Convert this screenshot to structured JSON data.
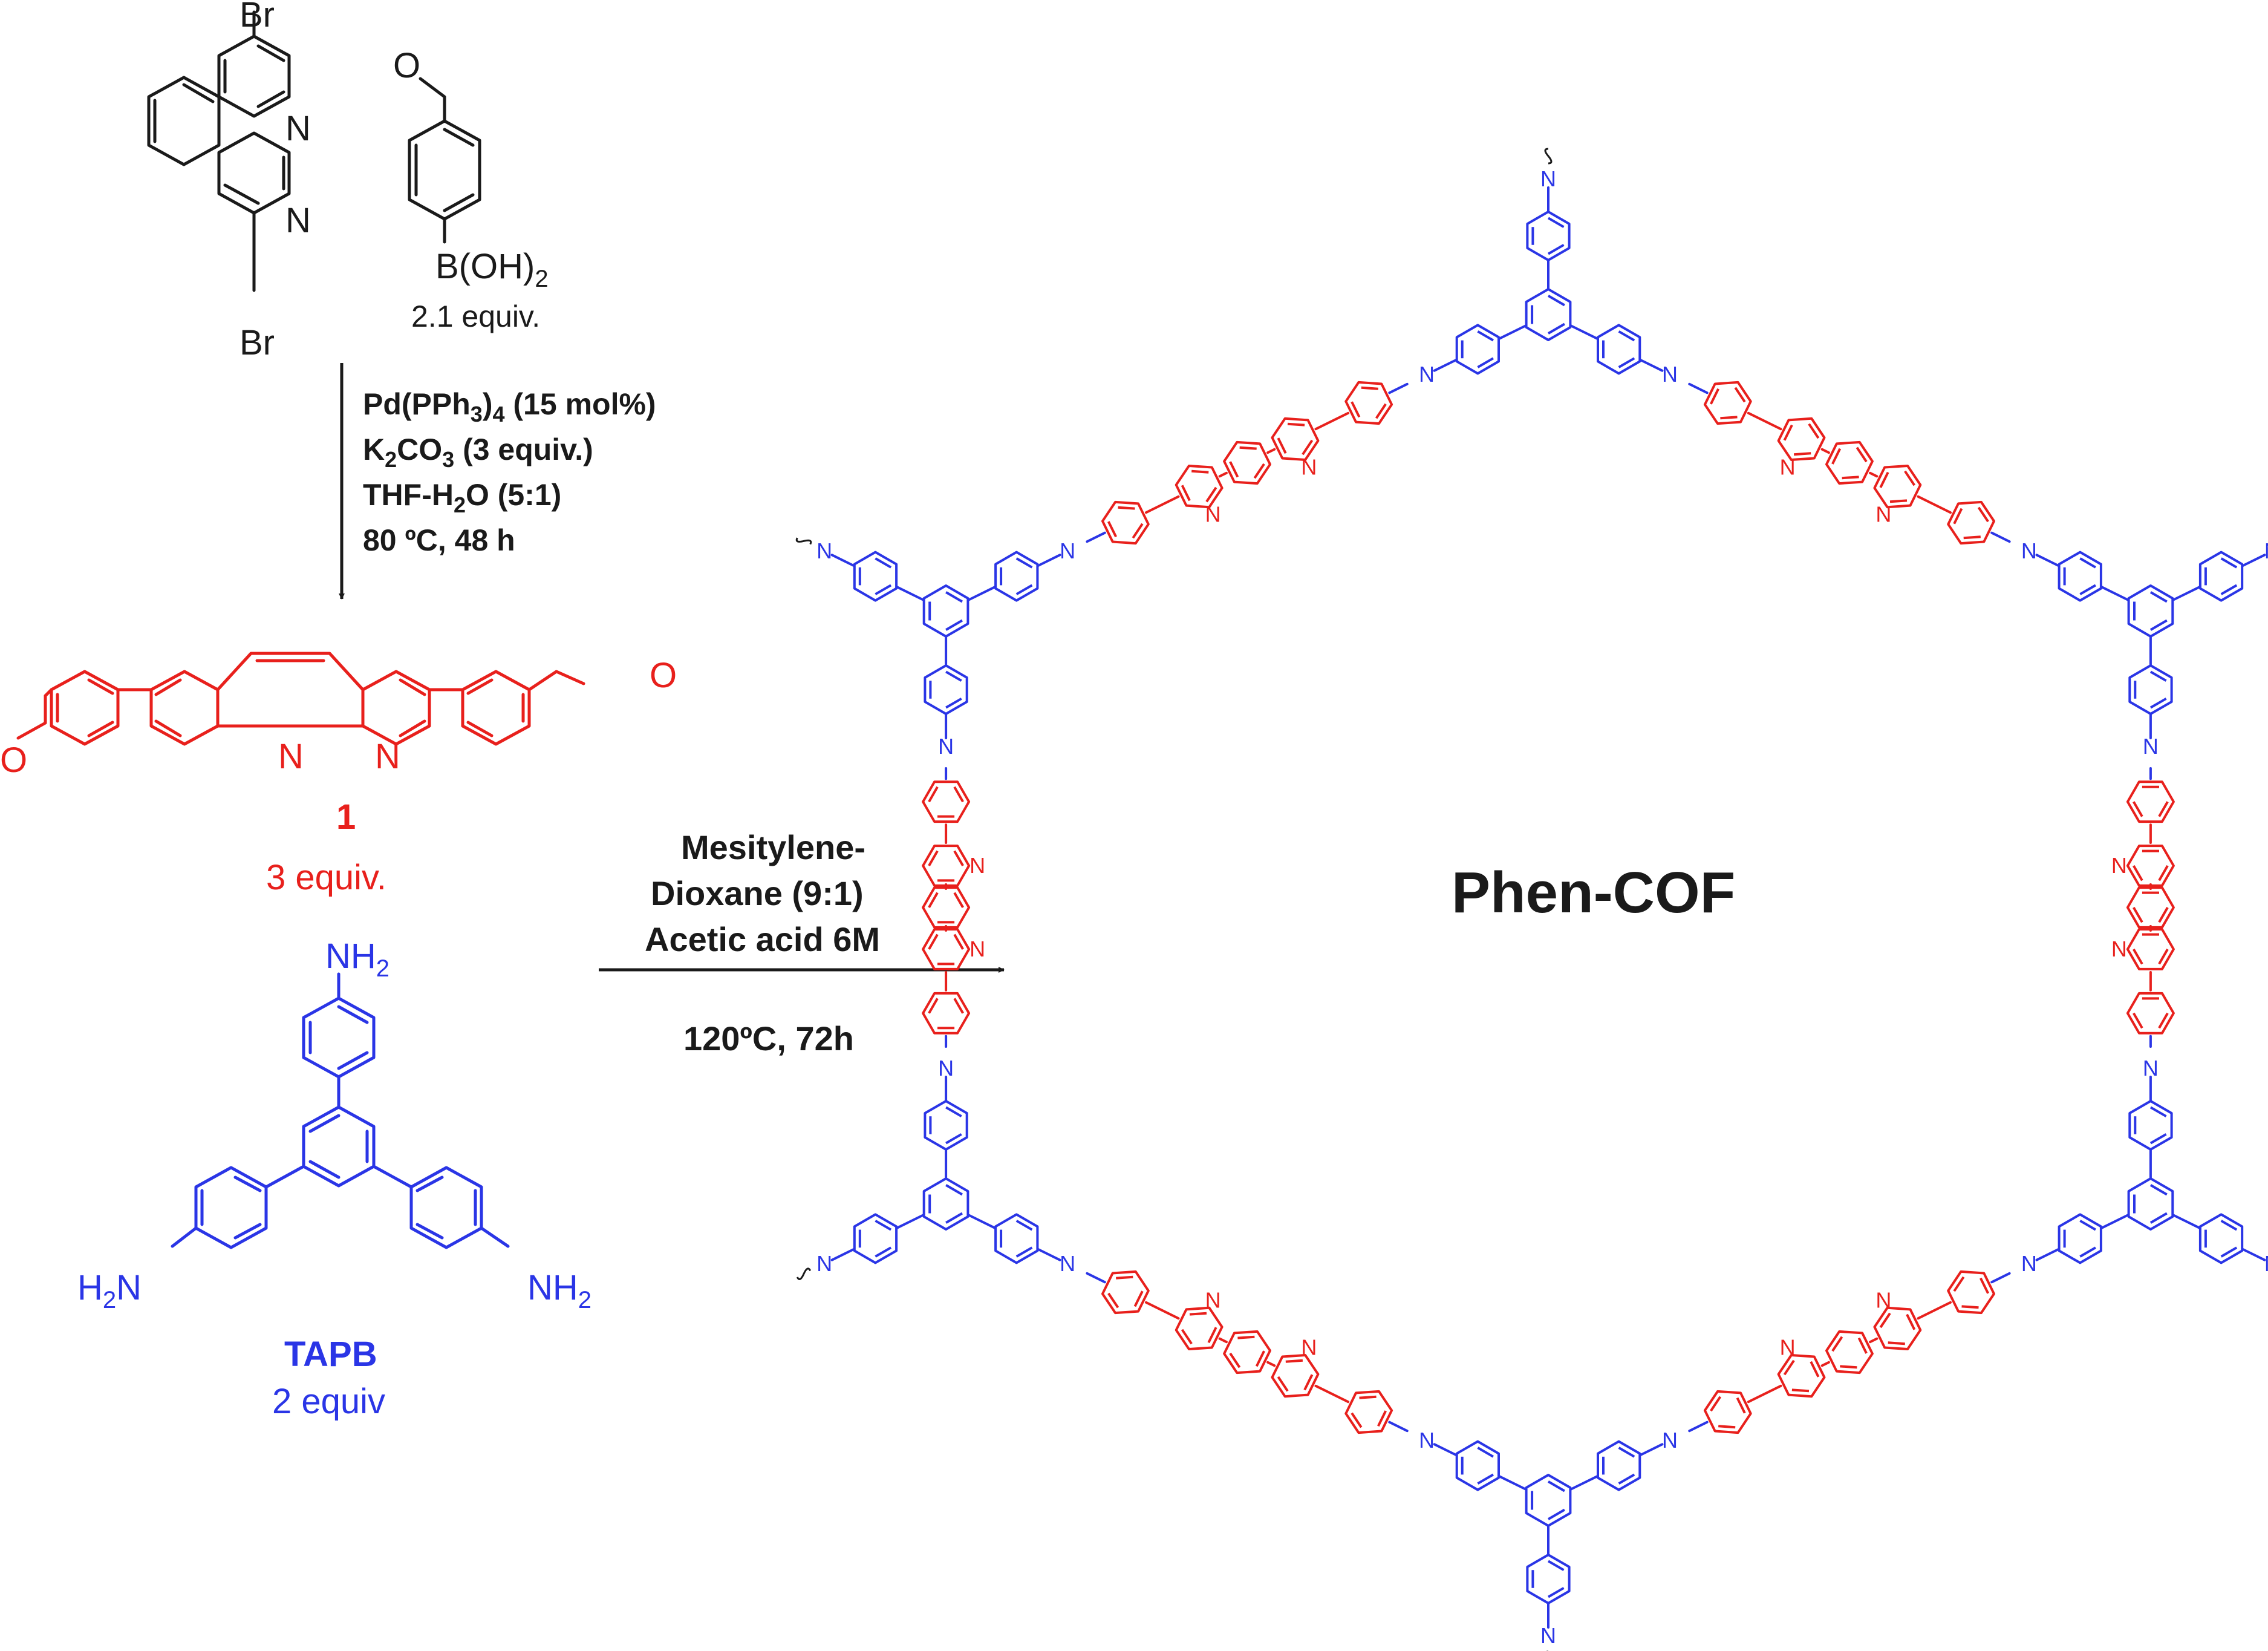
{
  "colors": {
    "black": "#1a1a1a",
    "red": "#e8201c",
    "blue": "#2a35e6"
  },
  "reactant_a": {
    "top_atom": "Br",
    "bottom_atom": "Br",
    "n_atom": "N"
  },
  "reactant_b": {
    "aldehyde_atom": "O",
    "boronic": "B(OH)",
    "boronic_sub": "2",
    "equiv": "2.1 equiv."
  },
  "step1": {
    "l1_a": "Pd(PPh",
    "l1_sub": "3",
    "l1_b": ")",
    "l1_sub2": "4",
    "l1_c": " (15 mol%)",
    "l2_a": "K",
    "l2_sub": "2",
    "l2_b": "CO",
    "l2_sub2": "3",
    "l2_c": " (3 equiv.)",
    "l3_a": "THF-H",
    "l3_sub": "2",
    "l3_b": "O (5:1)",
    "l4": "80 ºC, 48 h"
  },
  "compound1": {
    "label": "1",
    "equiv": "3 equiv.",
    "o_atom": "O",
    "n_atom": "N"
  },
  "tapb": {
    "nh": "NH",
    "nh_sub": "2",
    "hn_h": "H",
    "hn_sub": "2",
    "hn_n": "N",
    "label": "TAPB",
    "equiv": "2 equiv"
  },
  "step2": {
    "l1": "Mesitylene-",
    "l2": "Dioxane (9:1)",
    "l3": "Acetic acid 6M",
    "l4": "120ºC, 72h"
  },
  "product": {
    "name": "Phen-COF",
    "n_atom": "N"
  }
}
